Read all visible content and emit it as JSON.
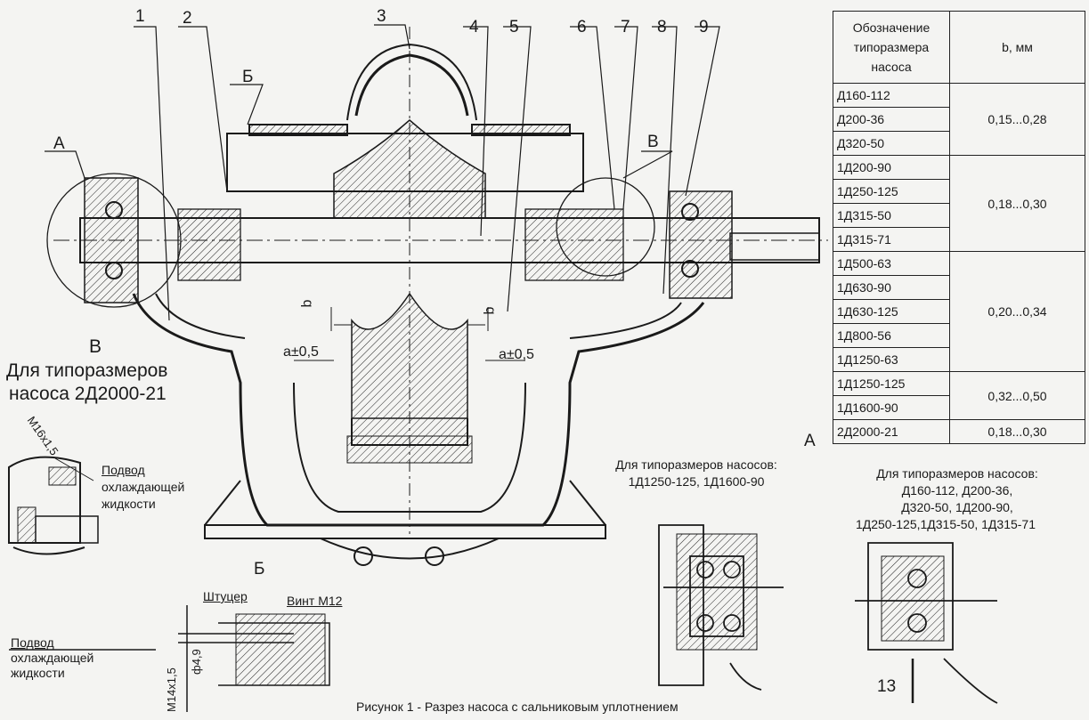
{
  "callouts": [
    "1",
    "2",
    "3",
    "4",
    "5",
    "6",
    "7",
    "8",
    "9"
  ],
  "section_labels": {
    "A": "А",
    "B": "Б",
    "V": "В"
  },
  "dims": {
    "b": "b",
    "a_tol": "а±0,5"
  },
  "note_2d2000": {
    "letter": "В",
    "line1": "Для типоразмеров",
    "line2": "насоса 2Д2000-21"
  },
  "coolant": {
    "line1": "Подвод",
    "line2": "охлаждающей",
    "line3": "жидкости"
  },
  "thread": "М16х1,5",
  "fitting": {
    "letter": "Б",
    "shtucer": "Штуцер",
    "vint": "Винт М12",
    "m14": "М14х1,5",
    "phi": "ф4,9"
  },
  "view_a_label": "А",
  "note_1d1250": {
    "line1": "Для типоразмеров насосов:",
    "line2": "1Д1250-125, 1Д1600-90"
  },
  "note_d160": {
    "line1": "Для типоразмеров насосов:",
    "line2": "Д160-112, Д200-36,",
    "line3": "Д320-50, 1Д200-90,",
    "line4": "1Д250-125,1Д315-50, 1Д315-71"
  },
  "callout_13": "13",
  "caption": "Рисунок 1 - Разрез насоса с сальниковым уплотнением",
  "table": {
    "header_col1": [
      "Обозначение",
      "типоразмера",
      "насоса"
    ],
    "header_col2": "b, мм",
    "groups": [
      {
        "names": [
          "Д160-112",
          "Д200-36",
          "Д320-50"
        ],
        "b": "0,15...0,28"
      },
      {
        "names": [
          "1Д200-90",
          "1Д250-125",
          "1Д315-50",
          "1Д315-71"
        ],
        "b": "0,18...0,30"
      },
      {
        "names": [
          "1Д500-63",
          "1Д630-90",
          "1Д630-125",
          "1Д800-56",
          "1Д1250-63"
        ],
        "b": "0,20...0,34"
      },
      {
        "names": [
          "1Д1250-125",
          "1Д1600-90"
        ],
        "b": "0,32...0,50"
      },
      {
        "names": [
          "2Д2000-21"
        ],
        "b": "0,18...0,30"
      }
    ]
  }
}
